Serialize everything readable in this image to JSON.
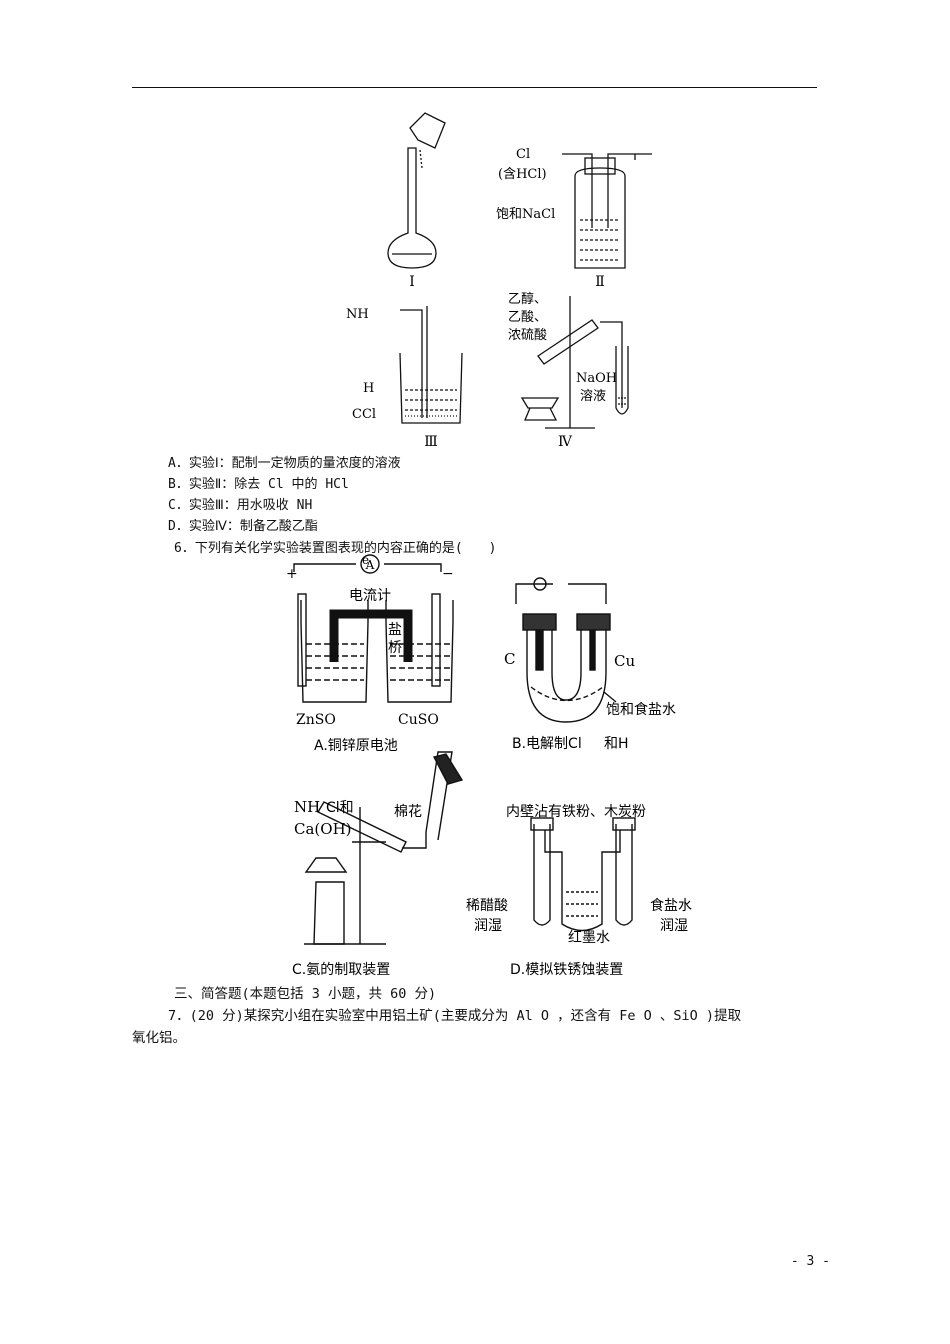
{
  "fig1": {
    "I": "Ⅰ",
    "II": "Ⅱ",
    "III": "Ⅲ",
    "IV": "Ⅳ",
    "cl2": "Cl",
    "hcl": "(含HCl)",
    "nacl": "饱和NaCl",
    "nh3": "NH",
    "h2o": "H",
    "ccl4": "CCl",
    "reagents": [
      "乙醇、",
      "乙酸、",
      "浓硫酸"
    ],
    "naoh": "NaOH",
    "solution": "溶液"
  },
  "options5": [
    {
      "id": "opt5-a",
      "text": "A．实验Ⅰ：配制一定物质的量浓度的溶液"
    },
    {
      "id": "opt5-b",
      "text": "B．实验Ⅱ：除去 Cl  中的 HCl"
    },
    {
      "id": "opt5-c",
      "text": "C．实验Ⅲ：用水吸收 NH"
    },
    {
      "id": "opt5-d",
      "text": "D．实验Ⅳ：制备乙酸乙酯"
    }
  ],
  "q6": "6．下列有关化学实验装置图表现的内容正确的是(　　)",
  "fig2": {
    "electron": "e",
    "ammeter": "A",
    "meter": "电流计",
    "salt_bridge": [
      "盐",
      "桥"
    ],
    "plus": "+",
    "minus": "−",
    "znso4": "ZnSO",
    "cuso4": "CuSO",
    "capA": "A.铜锌原电池",
    "C": "C",
    "Cu": "Cu",
    "brine": "饱和食盐水",
    "capB": "B.电解制Cl",
    "capB2": "和H",
    "nh4cl": "NH",
    "nh4cl2": "Cl和",
    "caoh": "Ca(OH)",
    "cotton": "棉花",
    "capC": "C.氨的制取装置",
    "wall": "内壁沾有铁粉、木炭粉",
    "acid": "稀醋酸",
    "wet": "润湿",
    "saltwater": "食盐水",
    "wet2": "润湿",
    "ink": "红墨水",
    "capD": "D.模拟铁锈蚀装置"
  },
  "section3": "三、简答题(本题包括 3 小题，共 60 分)",
  "q7_line1": "7．(20 分)某探究小组在实验室中用铝土矿(主要成分为 Al O ，还含有 Fe O 、SiO )提取",
  "q7_line2": "氧化铝。",
  "page_number": "- 3 -"
}
